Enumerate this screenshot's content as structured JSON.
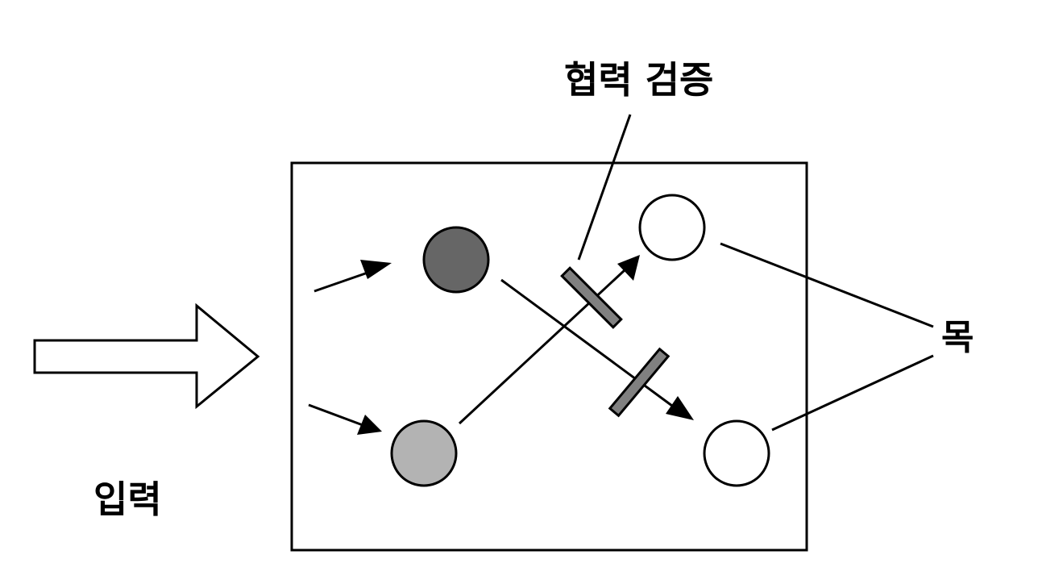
{
  "labels": {
    "cooperative_verification": "협력 검증",
    "targets": "목",
    "input": "입력"
  },
  "colors": {
    "stroke": "#000000",
    "node_dark": "#666666",
    "node_light": "#b3b3b3",
    "node_target": "#ffffff",
    "verifier_bar": "#808080"
  }
}
